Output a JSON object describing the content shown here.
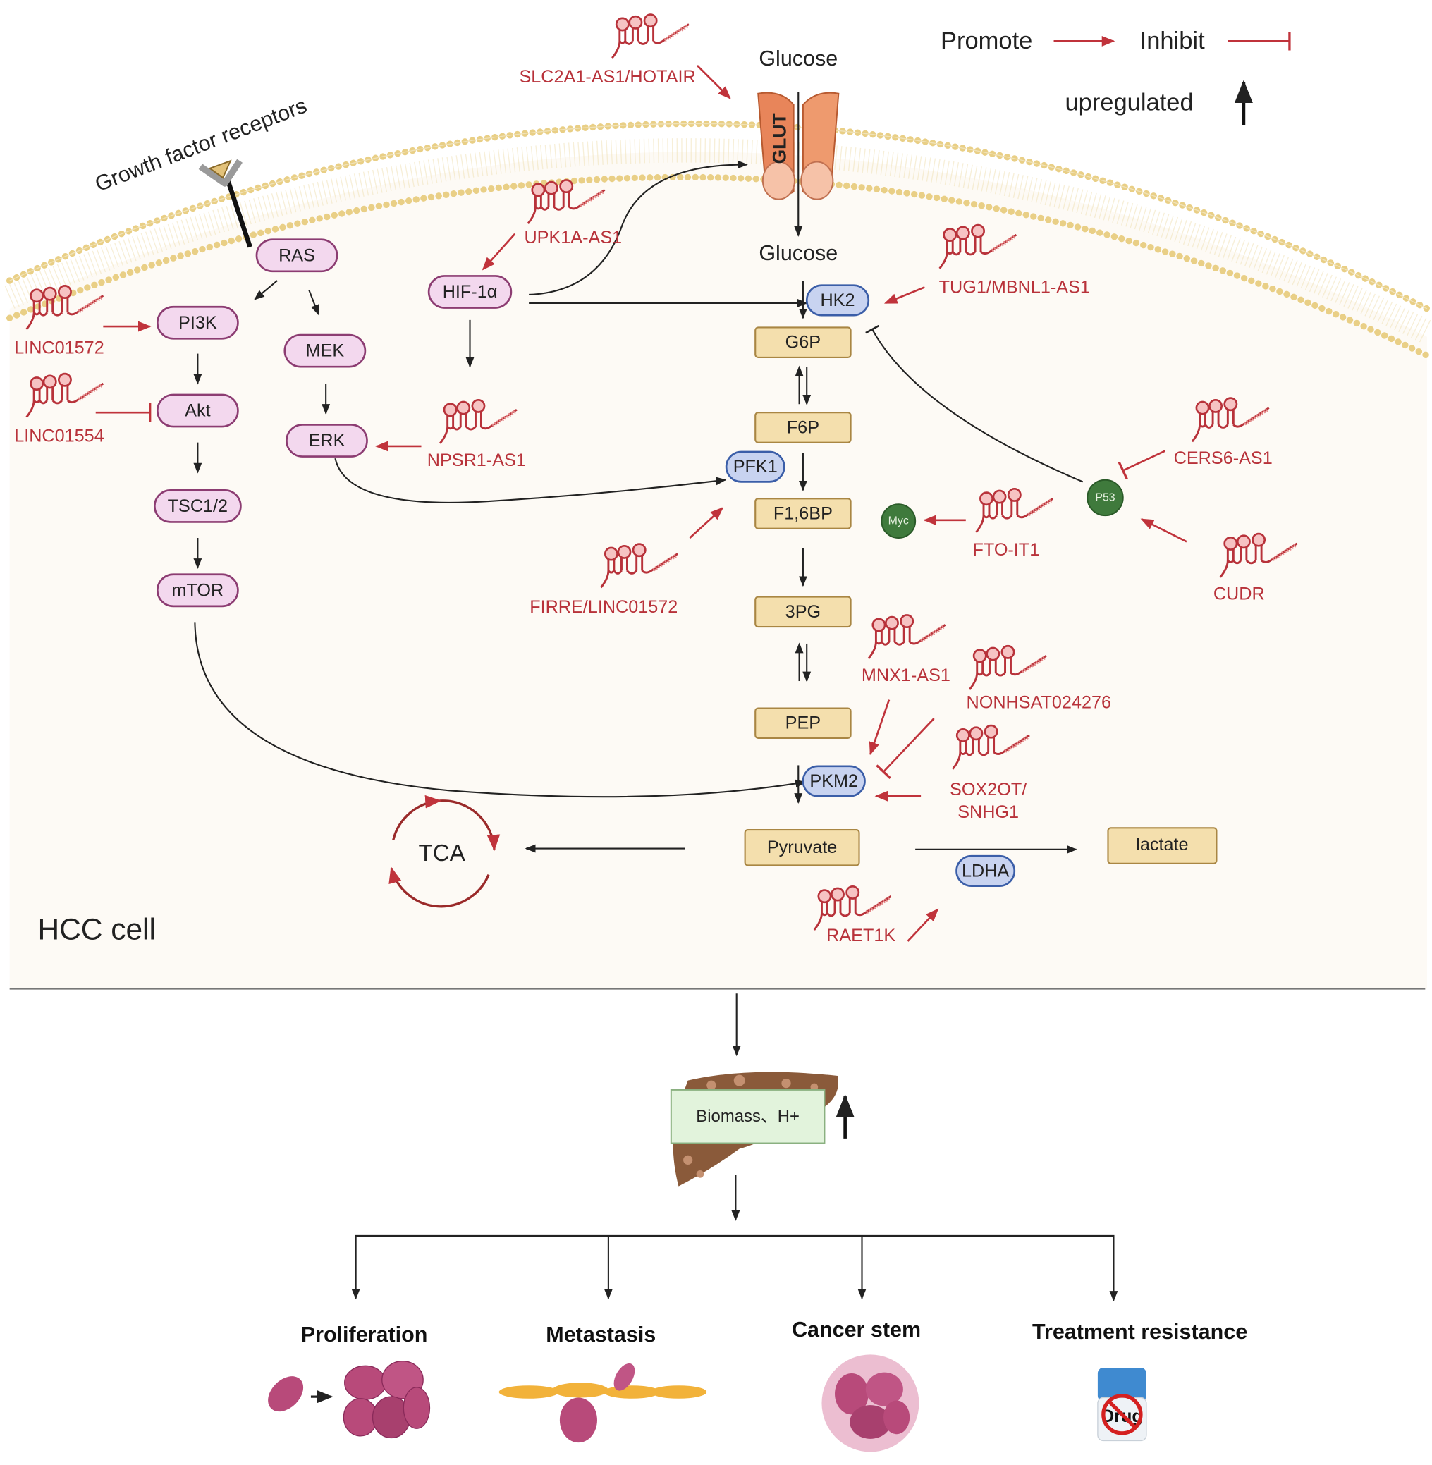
{
  "legend": {
    "promote": "Promote",
    "inhibit": "Inhibit",
    "upregulated": "upregulated",
    "promote_color": "#c0333b",
    "inhibit_color": "#c0333b"
  },
  "labels": {
    "growth_factor_receptors": "Growth factor receptors",
    "glucose_out": "Glucose",
    "glucose_in": "Glucose",
    "glut": "GLUT",
    "hcc_cell": "HCC cell",
    "tca": "TCA"
  },
  "signaling": {
    "ras": "RAS",
    "pi3k": "PI3K",
    "akt": "Akt",
    "tsc": "TSC1/2",
    "mtor": "mTOR",
    "mek": "MEK",
    "erk": "ERK",
    "hif": "HIF-1α",
    "myc": "Myc",
    "p53": "P53"
  },
  "enzymes": {
    "hk2": "HK2",
    "pfk1": "PFK1",
    "pkm2": "PKM2",
    "ldha": "LDHA"
  },
  "metabolites": {
    "g6p": "G6P",
    "f6p": "F6P",
    "f16bp": "F1,6BP",
    "pg3": "3PG",
    "pep": "PEP",
    "pyruvate": "Pyruvate",
    "lactate": "lactate"
  },
  "lncrnas": {
    "slc2a1": "SLC2A1-AS1/HOTAIR",
    "upk1a": "UPK1A-AS1",
    "linc01572": "LINC01572",
    "linc01554": "LINC01554",
    "npsr1": "NPSR1-AS1",
    "tug1": "TUG1/MBNL1-AS1",
    "cers6": "CERS6-AS1",
    "fto": "FTO-IT1",
    "cudr": "CUDR",
    "firre": "FIRRE/LINC01572",
    "mnx1": "MNX1-AS1",
    "nonhsat": "NONHSAT024276",
    "sox2ot_1": "SOX2OT/",
    "sox2ot_2": "SNHG1",
    "raet1k": "RAET1K"
  },
  "outcome": {
    "biomass": "Biomass、H+",
    "items": [
      "Proliferation",
      "Metastasis",
      "Cancer stem",
      "Treatment resistance"
    ],
    "drug_label": "Drug"
  },
  "colors": {
    "lncrna_red": "#b8323a",
    "pathway_pink": "#f3d8ee",
    "enzyme_blue": "#c8d3f0",
    "metabolite_tan": "#f4dfad",
    "membrane": "#e9cf86",
    "tf_green": "#3f7a3c"
  },
  "icons": [
    "lncrna-hairpin-icon",
    "receptor-icon",
    "glut-transporter-icon",
    "liver-icon",
    "cell-icons",
    "drug-bottle-icon"
  ]
}
